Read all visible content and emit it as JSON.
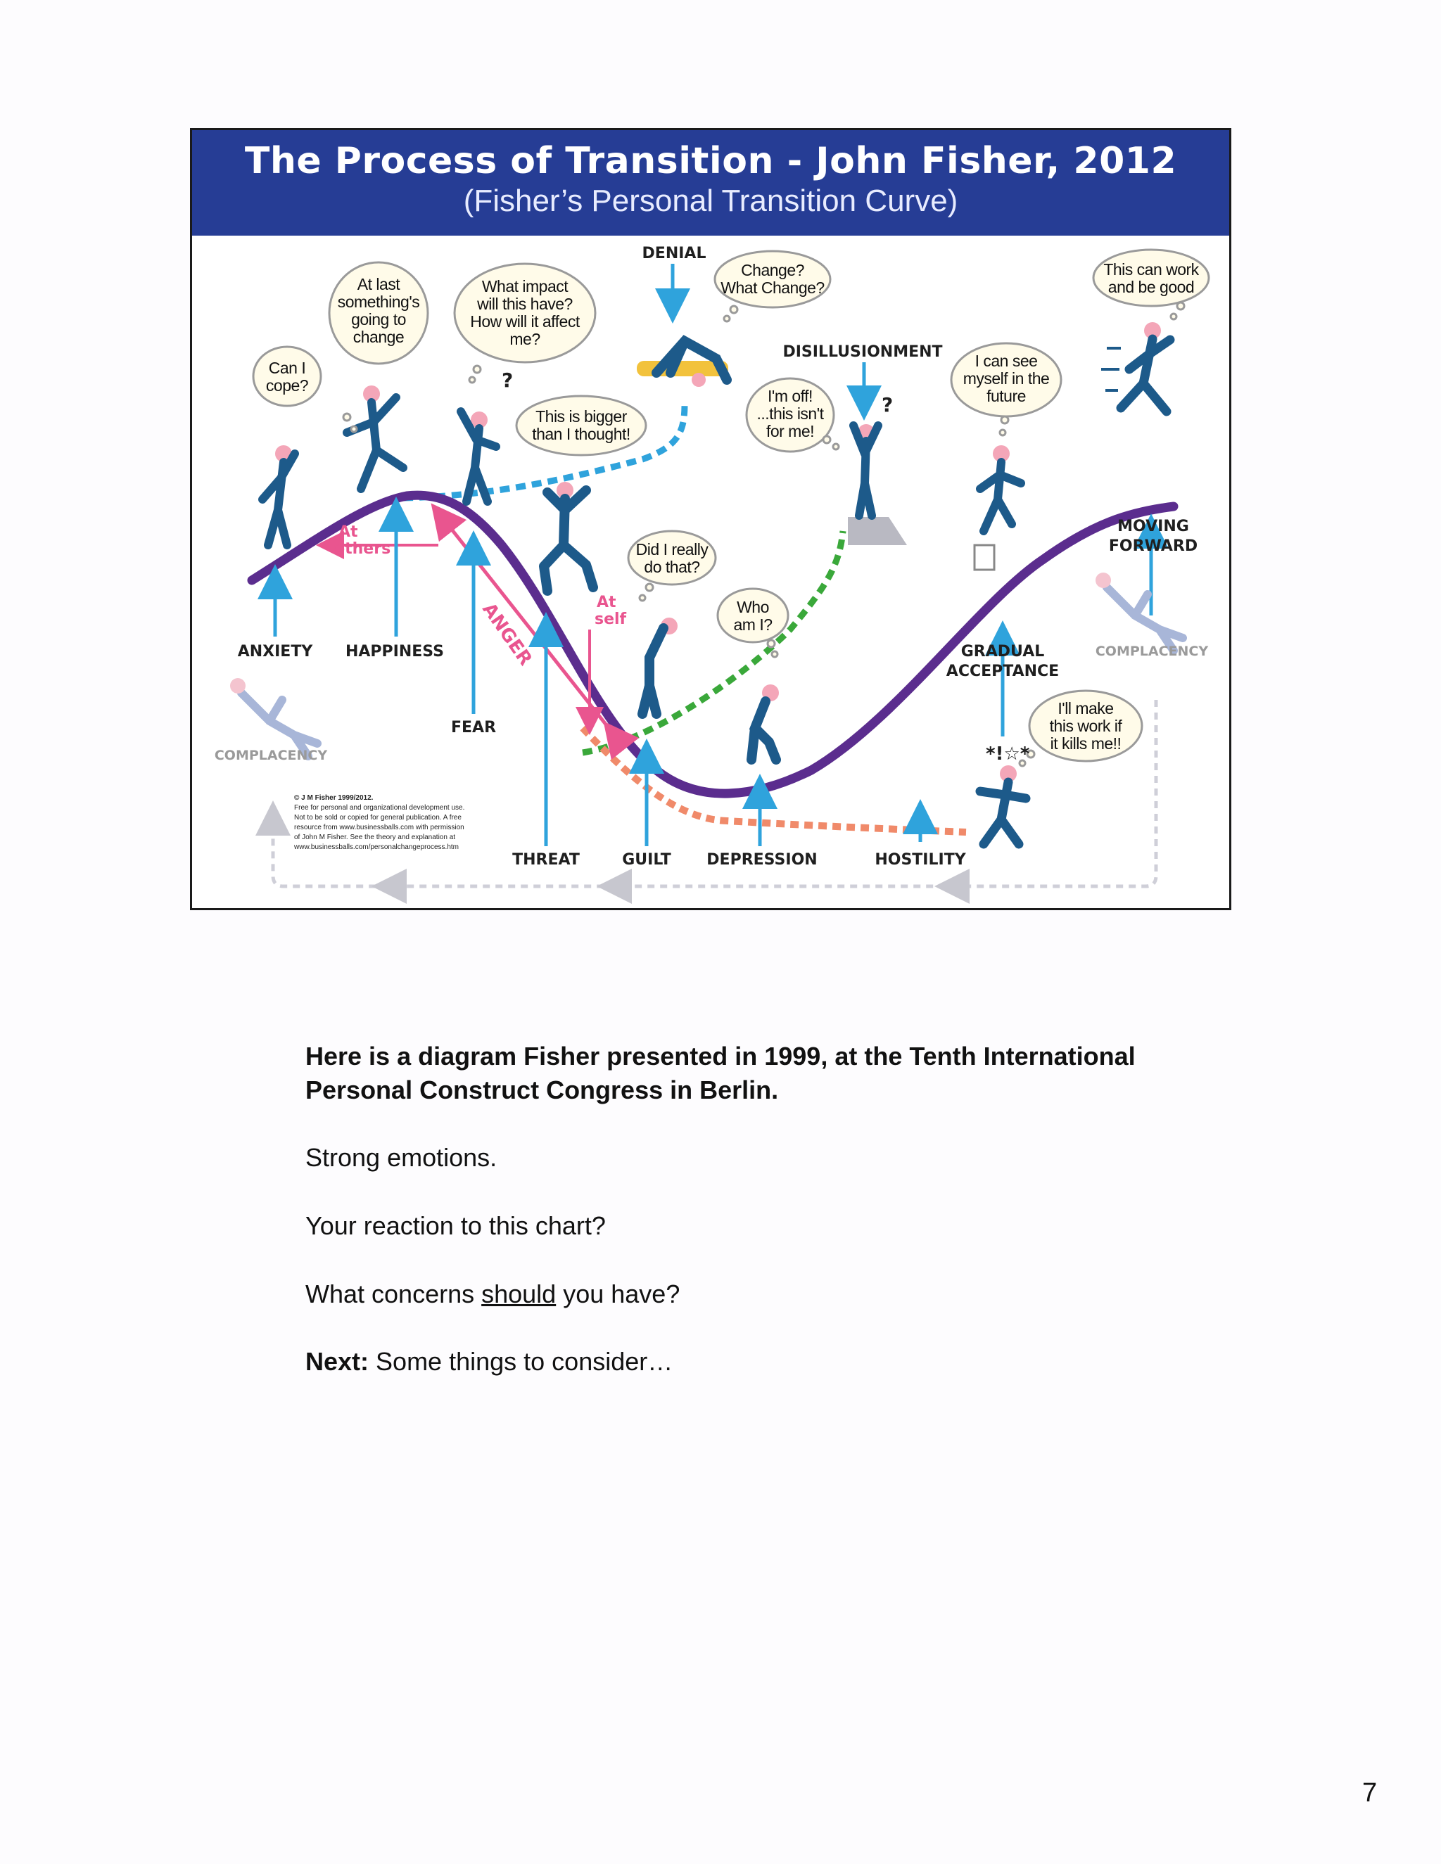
{
  "figure": {
    "title": "The Process of Transition - John Fisher, 2012",
    "subtitle": "(Fisher’s  Personal Transition Curve)",
    "stages": {
      "anxiety": "ANXIETY",
      "happiness": "HAPPINESS",
      "fear": "FEAR",
      "threat": "THREAT",
      "guilt": "GUILT",
      "depression": "DEPRESSION",
      "hostility": "HOSTILITY",
      "gradual_line1": "GRADUAL",
      "gradual_line2": "ACCEPTANCE",
      "moving_line1": "MOVING",
      "moving_line2": "FORWARD",
      "denial": "DENIAL",
      "disillusionment": "DISILLUSIONMENT",
      "complacency_left": "COMPLACENCY",
      "complacency_right": "COMPLACENCY"
    },
    "anger": {
      "label": "ANGER",
      "at_others_line1": "At",
      "at_others_line2": "others",
      "at_self_line1": "At",
      "at_self_line2": "self"
    },
    "bubbles": {
      "cope": [
        "Can I",
        "cope?"
      ],
      "at_last": [
        "At last",
        "something's",
        "going to",
        "change"
      ],
      "impact": [
        "What impact",
        "will this have?",
        "How will it affect",
        "me?"
      ],
      "bigger": [
        "This is bigger",
        "than I thought!"
      ],
      "change": [
        "Change?",
        "What Change?"
      ],
      "off": [
        "I'm off!",
        "...this isn't",
        "for me!"
      ],
      "see_myself": [
        "I can see",
        "myself in the",
        "future"
      ],
      "work_good": [
        "This can work",
        "and be good"
      ],
      "did_i": [
        "Did I really",
        "do that?"
      ],
      "who": [
        "Who",
        "am I?"
      ],
      "make_work": [
        "I'll make",
        "this work if",
        "it kills me!!"
      ]
    },
    "credit_lines": [
      "© J M Fisher 1999/2012.",
      "Free for personal and organizational development use.",
      "Not to be sold or copied for general publication. A free",
      "resource from www.businessballs.com with permission",
      "of John M Fisher. See the theory and explanation at",
      "www.businessballs.com/personalchangeprocess.htm"
    ],
    "colors": {
      "header": "#263d95",
      "main_curve": "#5b2d8e",
      "arrows": "#2fa3dc",
      "denial_path": "#2fa3dc",
      "disillusion_path": "#3aa83a",
      "hostility_path": "#f08a6a",
      "anger": "#e9558f",
      "figures": "#1d5a8a"
    }
  },
  "notes": {
    "line1": "Here is a diagram Fisher presented in 1999,  at the Tenth International",
    "line2": "Personal Construct Congress in Berlin.",
    "line3": "Strong emotions.",
    "line4": "Your reaction to this chart?",
    "line5_pre": "What concerns ",
    "line5_under": "should",
    "line5_post": " you have?",
    "line6_bold": "Next:",
    "line6_rest": "  Some things to consider…"
  },
  "page_number": "7"
}
